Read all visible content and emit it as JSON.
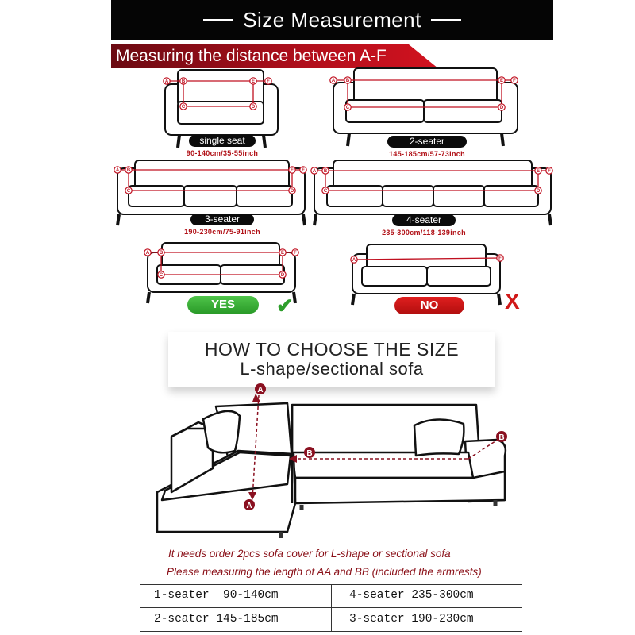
{
  "header": {
    "title": "Size Measurement"
  },
  "ribbon": {
    "text": "Measuring the distance between A-F"
  },
  "sofas": [
    {
      "label": "single seat",
      "range": "90-140cm/35-55inch"
    },
    {
      "label": "2-seater",
      "range": "145-185cm/57-73inch"
    },
    {
      "label": "3-seater",
      "range": "190-230cm/75-91inch"
    },
    {
      "label": "4-seater",
      "range": "235-300cm/118-139inch"
    }
  ],
  "points": [
    "A",
    "B",
    "C",
    "D",
    "E",
    "F"
  ],
  "verdict": {
    "yes": "YES",
    "no": "NO",
    "yes_mark": "✔",
    "no_mark": "X"
  },
  "howto": {
    "line1": "HOW TO CHOOSE THE SIZE",
    "line2": "L-shape/sectional sofa"
  },
  "lshape": {
    "point_a": "A",
    "point_b": "B"
  },
  "notes": {
    "line1": "It needs order 2pcs sofa cover for L-shape or sectional sofa",
    "line2": "Please measuring the length of AA and BB (included the armrests)"
  },
  "size_table": [
    [
      "1-seater  90-140cm",
      "4-seater 235-300cm"
    ],
    [
      "2-seater 145-185cm",
      "3-seater 190-230cm"
    ]
  ],
  "colors": {
    "accent_red": "#b11218",
    "banner_black": "#050505",
    "yes_green": "#2e9e2c"
  }
}
